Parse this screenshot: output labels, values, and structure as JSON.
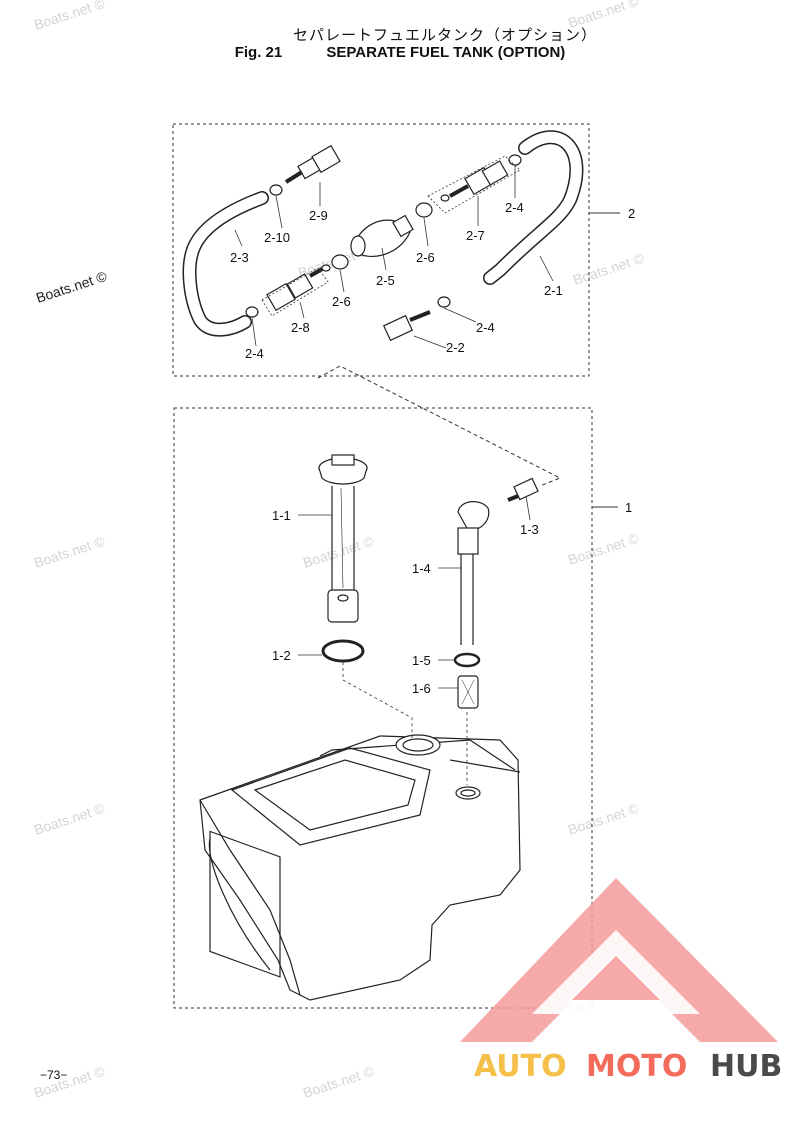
{
  "header": {
    "title_jp": "セパレートフュエルタンク（オプション）",
    "fig_label": "Fig. 21",
    "title_en": "SEPARATE FUEL TANK (OPTION)"
  },
  "callouts": {
    "group_2": "2",
    "group_1": "1",
    "p2_1": "2-1",
    "p2_2": "2-2",
    "p2_3": "2-3",
    "p2_4a": "2-4",
    "p2_4b": "2-4",
    "p2_4c": "2-4",
    "p2_5": "2-5",
    "p2_6a": "2-6",
    "p2_6b": "2-6",
    "p2_7": "2-7",
    "p2_8": "2-8",
    "p2_9": "2-9",
    "p2_10": "2-10",
    "p1_1": "1-1",
    "p1_2": "1-2",
    "p1_3": "1-3",
    "p1_4": "1-4",
    "p1_5": "1-5",
    "p1_6": "1-6"
  },
  "watermarks": {
    "text": "Boats.net ©"
  },
  "page_number": "−73−",
  "logo": {
    "part1": "AUTO",
    "part2": "MOTO",
    "part3": "HUB",
    "color1": "#f5c04a",
    "color2": "#f26b5b",
    "color3": "#4a4a4a",
    "triangle_color": "#f39a9a"
  }
}
